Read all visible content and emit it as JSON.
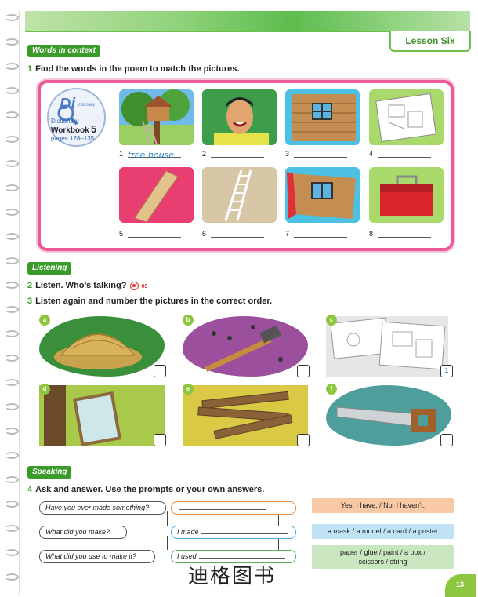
{
  "header": {
    "lesson": "Lesson Six"
  },
  "sections": {
    "words_in_context": "Words in context",
    "listening": "Listening",
    "speaking": "Speaking"
  },
  "questions": {
    "q1": {
      "num": "1",
      "text": "Find the words in the poem to match the pictures."
    },
    "q2": {
      "num": "2",
      "text": "Listen. Who’s talking?",
      "track": "09"
    },
    "q3": {
      "num": "3",
      "text": "Listen again and number the pictures in the correct order."
    },
    "q4": {
      "num": "4",
      "text": "Ask and answer. Use the prompts or your own answers."
    }
  },
  "dictionary": {
    "logo": "Di",
    "logo_small": "ctionary",
    "line1": "Dictionary",
    "line2": "Workbook",
    "workbook_num": "5",
    "pages": "pages 128–135"
  },
  "q1_items": [
    {
      "num": "1",
      "answer": "tree house",
      "icon": "tree-house"
    },
    {
      "num": "2",
      "answer": "",
      "icon": "laughing-man"
    },
    {
      "num": "3",
      "answer": "",
      "icon": "wooden-wall-window"
    },
    {
      "num": "4",
      "answer": "",
      "icon": "plans"
    },
    {
      "num": "5",
      "answer": "",
      "icon": "plank"
    },
    {
      "num": "6",
      "answer": "",
      "icon": "ladder"
    },
    {
      "num": "7",
      "answer": "",
      "icon": "broken-wall"
    },
    {
      "num": "8",
      "answer": "",
      "icon": "toolbox"
    }
  ],
  "q3_items": [
    {
      "letter": "a",
      "answer": "",
      "icon": "rope"
    },
    {
      "letter": "b",
      "answer": "",
      "icon": "hammer-nails"
    },
    {
      "letter": "c",
      "answer": "1",
      "icon": "plans"
    },
    {
      "letter": "d",
      "answer": "",
      "icon": "mirror"
    },
    {
      "letter": "e",
      "answer": "",
      "icon": "wood-planks"
    },
    {
      "letter": "f",
      "answer": "",
      "icon": "saw"
    }
  ],
  "speaking": {
    "questions": [
      "Have you ever made something?",
      "What did you make?",
      "What did you use to make it?"
    ],
    "answers": [
      "",
      "I made",
      "I used"
    ],
    "prompts": [
      "Yes, I have. / No, I haven’t.",
      "a mask / a model / a card / a poster",
      "paper / glue / paint / a box /\nscissors / string"
    ]
  },
  "watermark": "迪格图书",
  "page_number": "13",
  "colors": {
    "green": "#3a9b2a",
    "pink": "#ec5b98",
    "orange": "#e8883a",
    "blue": "#4fa8dc"
  }
}
